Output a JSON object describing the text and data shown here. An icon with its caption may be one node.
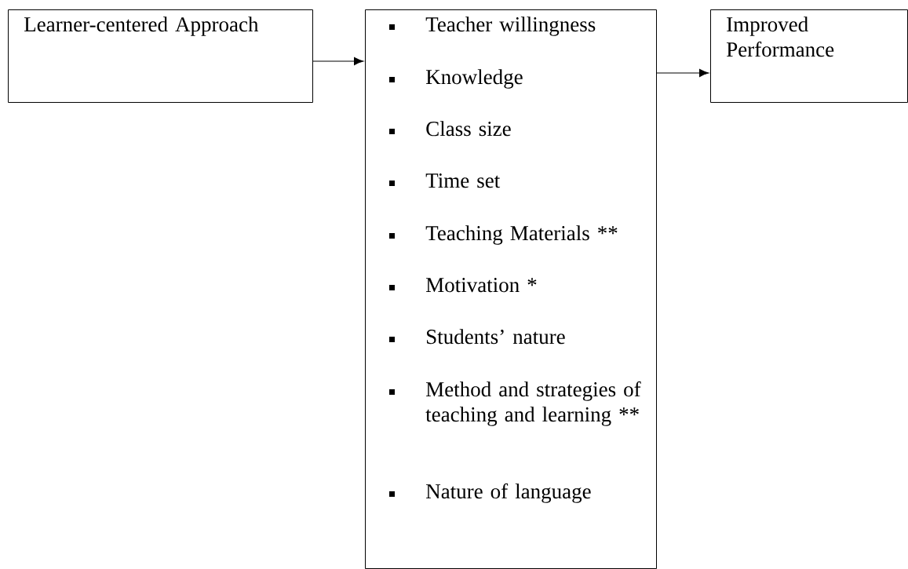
{
  "diagram": {
    "nodes": [
      {
        "text": [
          "Learner-centered Approach"
        ]
      },
      {
        "text": [
          "Teacher willingness",
          "Knowledge",
          "Class size",
          "Time set",
          "Teaching Materials **",
          "Motivation *",
          "Students’ nature",
          "Method and strategies of teaching and learning **",
          "Nature of language"
        ]
      },
      {
        "text": [
          "Improved Performance"
        ]
      }
    ],
    "edges": [
      {
        "from": 0,
        "to": 1,
        "arrow": "to"
      },
      {
        "from": 1,
        "to": 2,
        "arrow": "to"
      }
    ]
  }
}
